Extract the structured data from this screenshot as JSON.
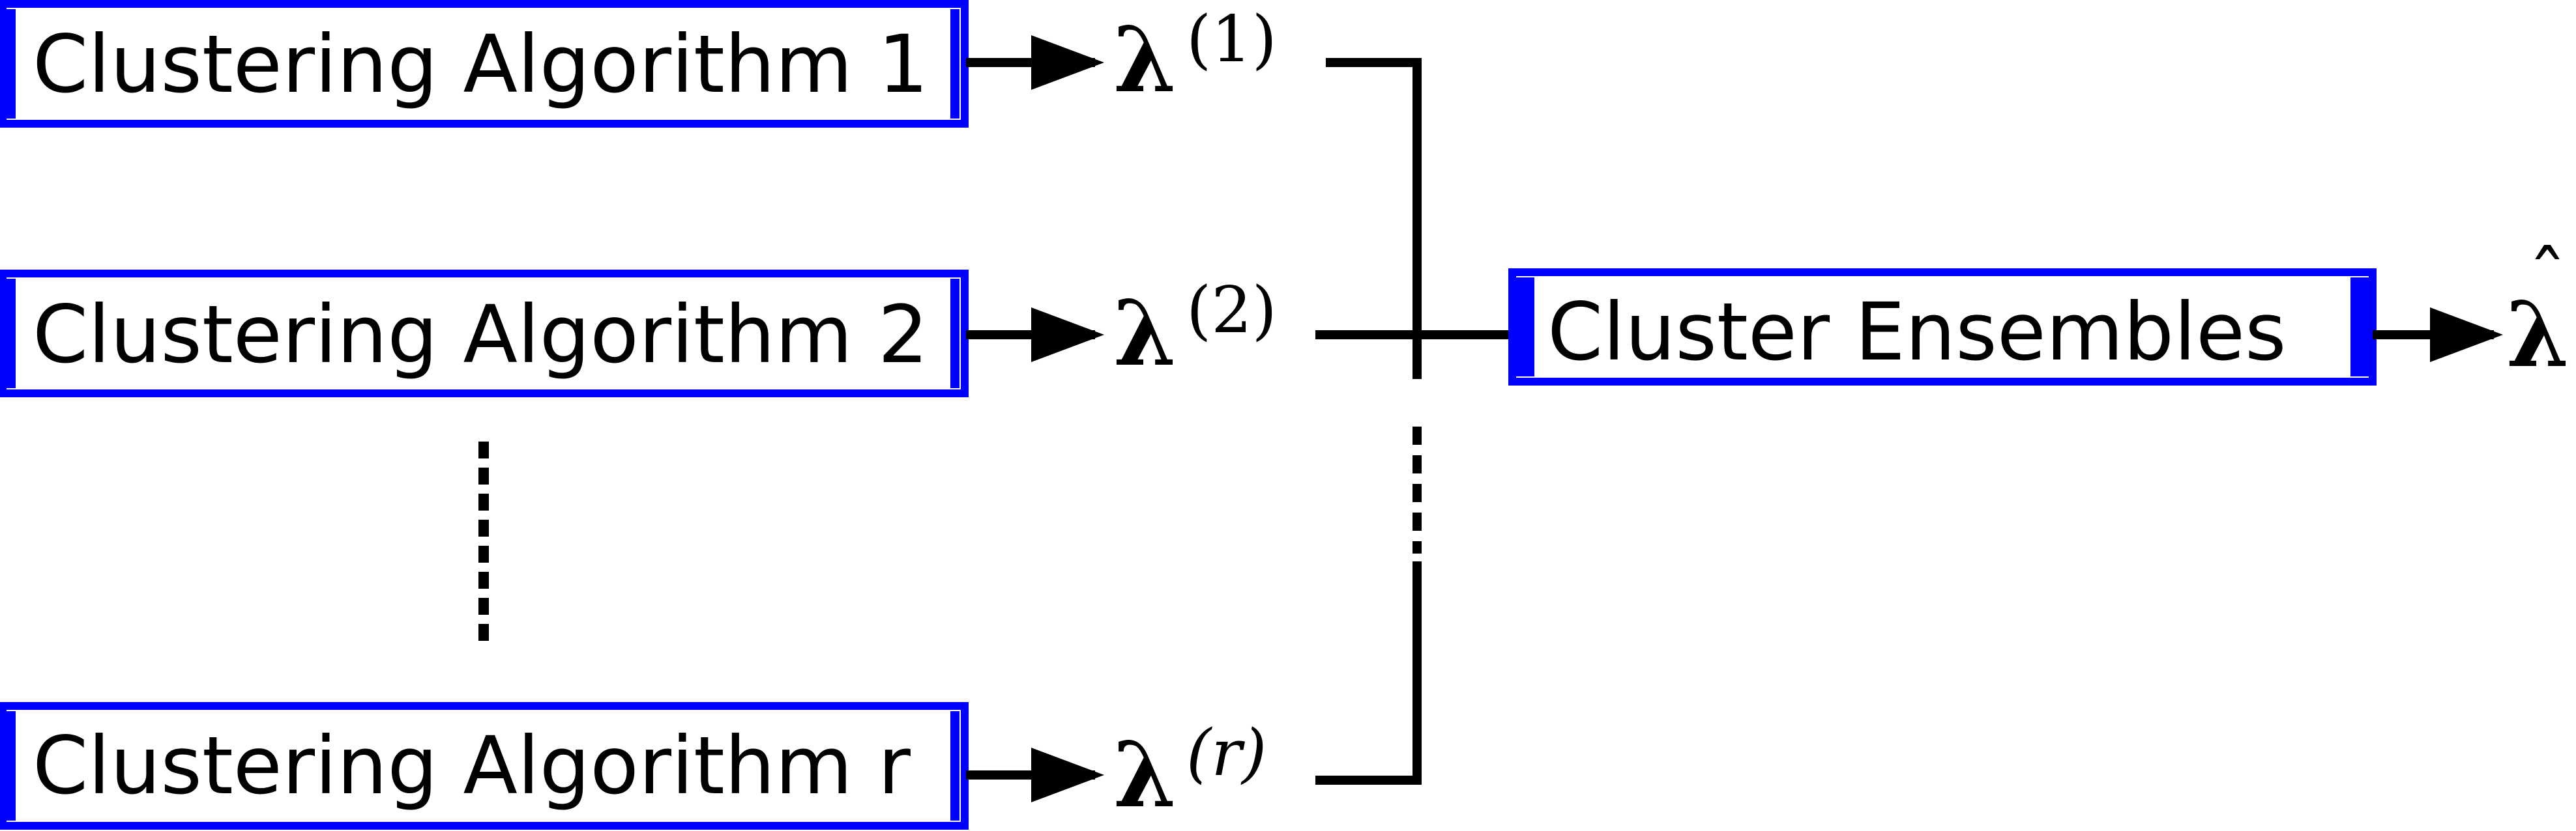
{
  "algorithms": [
    {
      "label": "Clustering Algorithm 1",
      "output": "λ",
      "superscript": "(1)"
    },
    {
      "label": "Clustering Algorithm 2",
      "output": "λ",
      "superscript": "(2)"
    },
    {
      "label": "Clustering Algorithm r",
      "output": "λ",
      "superscript": "(r)"
    }
  ],
  "ensemble": {
    "label": "Cluster Ensembles",
    "output": "λ",
    "output_hat": "ˆ"
  },
  "colors": {
    "box_border": "#0000ff",
    "line": "#000000",
    "text": "#000000",
    "background": "#ffffff"
  }
}
